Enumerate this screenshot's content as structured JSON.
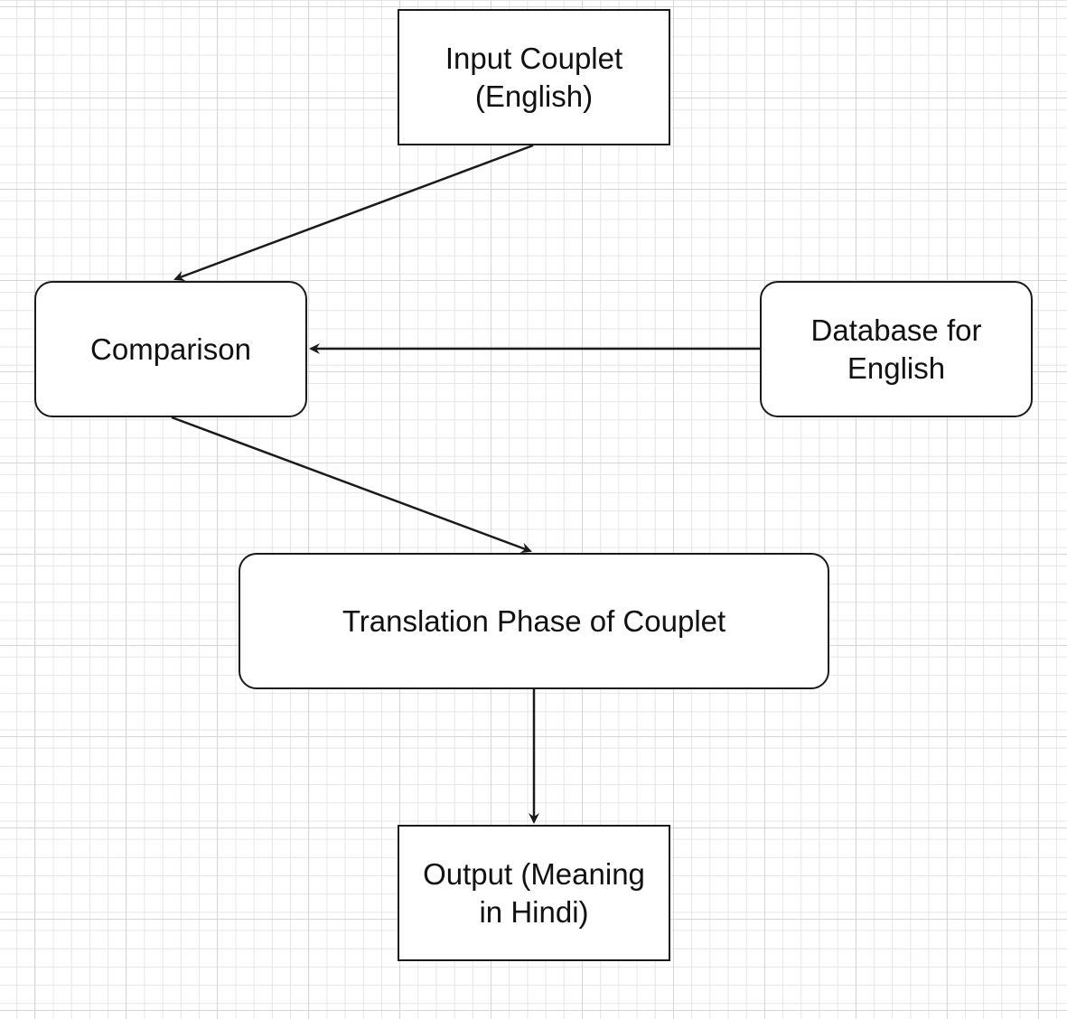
{
  "diagram": {
    "nodes": {
      "input": {
        "label": "Input Couplet\n(English)"
      },
      "comparison": {
        "label": "Comparison"
      },
      "database": {
        "label": "Database for\nEnglish"
      },
      "translation": {
        "label": "Translation Phase of Couplet"
      },
      "output": {
        "label": "Output (Meaning\nin Hindi)"
      }
    },
    "edges": [
      {
        "from": "input",
        "to": "comparison"
      },
      {
        "from": "database",
        "to": "comparison"
      },
      {
        "from": "comparison",
        "to": "translation"
      },
      {
        "from": "translation",
        "to": "output"
      }
    ],
    "colors": {
      "stroke": "#1a1a1a",
      "grid": "#e6e6e6",
      "background": "#ffffff"
    }
  }
}
